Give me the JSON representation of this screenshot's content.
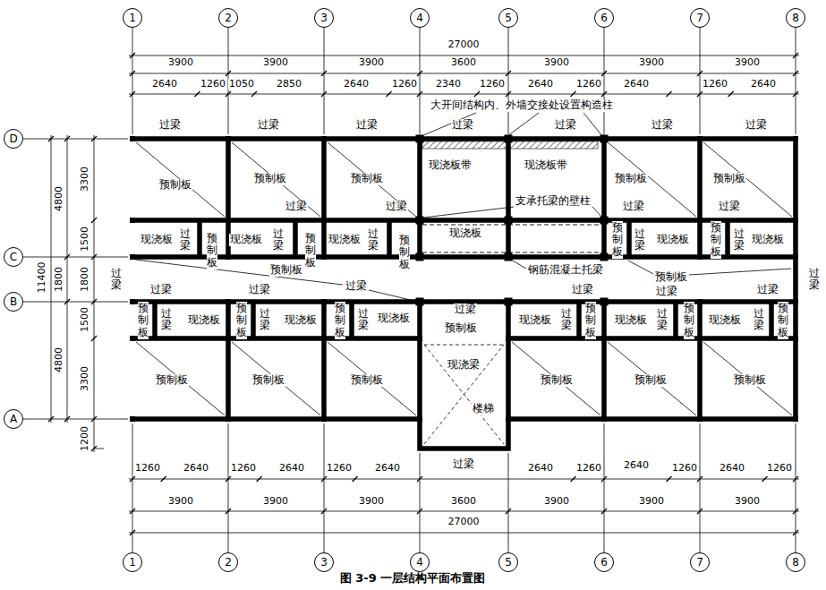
{
  "diagram": {
    "caption": "图 3-9 一层结构平面布置图",
    "nodes": [
      {
        "text": [
          "1"
        ]
      },
      {
        "text": [
          "2"
        ]
      },
      {
        "text": [
          "3"
        ]
      },
      {
        "text": [
          "4"
        ]
      },
      {
        "text": [
          "5"
        ]
      },
      {
        "text": [
          "6"
        ]
      },
      {
        "text": [
          "7"
        ]
      },
      {
        "text": [
          "8"
        ]
      },
      {
        "text": [
          "D"
        ]
      },
      {
        "text": [
          "C"
        ]
      },
      {
        "text": [
          "B"
        ]
      },
      {
        "text": [
          "A"
        ]
      },
      {
        "text": [
          "1"
        ]
      },
      {
        "text": [
          "2"
        ]
      },
      {
        "text": [
          "3"
        ]
      },
      {
        "text": [
          "4"
        ]
      },
      {
        "text": [
          "5"
        ]
      },
      {
        "text": [
          "6"
        ]
      },
      {
        "text": [
          "7"
        ]
      },
      {
        "text": [
          "8"
        ]
      }
    ],
    "labels": [
      "27000",
      "3900",
      "3900",
      "3900",
      "3600",
      "3900",
      "3900",
      "3900",
      "2640",
      "1260",
      "1050",
      "2850",
      "2640",
      "1260",
      "2340",
      "1260",
      "2640",
      "1260",
      "2640",
      "1260",
      "2640",
      "大开间结构内、外墙交接处设置构造柱",
      "过梁",
      "过梁",
      "过梁",
      "过梁",
      "过梁",
      "过梁",
      "过梁",
      "预制板",
      "预制板",
      "预制板",
      "预制板",
      "预制板",
      "现浇板带",
      "现浇板带",
      "支承托梁的壁柱",
      "过梁",
      "过梁",
      "过梁",
      "过梁",
      "现浇板",
      "过梁",
      "预制板",
      "现浇板",
      "过梁",
      "预制板",
      "现浇板",
      "过梁",
      "预制板",
      "现浇板",
      "预制板",
      "过梁",
      "现浇板",
      "预制板",
      "过梁",
      "现浇板",
      "过梁",
      "预制板",
      "过梁",
      "过梁",
      "过梁",
      "钢筋混凝土托梁",
      "预制板",
      "过梁",
      "过梁",
      "过梁",
      "过梁",
      "过梁",
      "预制板",
      "过梁",
      "现浇板",
      "预制板",
      "过梁",
      "现浇板",
      "预制板",
      "过梁",
      "现浇板",
      "预制板",
      "现浇板",
      "过梁",
      "预制板",
      "现浇板",
      "过梁",
      "预制板",
      "现浇板",
      "过梁",
      "预制板",
      "预制板",
      "预制板",
      "预制板",
      "预制板",
      "预制板",
      "预制板",
      "现浇梁",
      "楼梯",
      "过梁",
      "1260",
      "2640",
      "1260",
      "2640",
      "1260",
      "2640",
      "2640",
      "1260",
      "2640",
      "1260",
      "2640",
      "1260",
      "3900",
      "3900",
      "3900",
      "3600",
      "3900",
      "3900",
      "3900",
      "27000",
      "11400",
      "4800",
      "1800",
      "4800",
      "3300",
      "1500",
      "1800",
      "1500",
      "3300",
      "1200"
    ]
  }
}
